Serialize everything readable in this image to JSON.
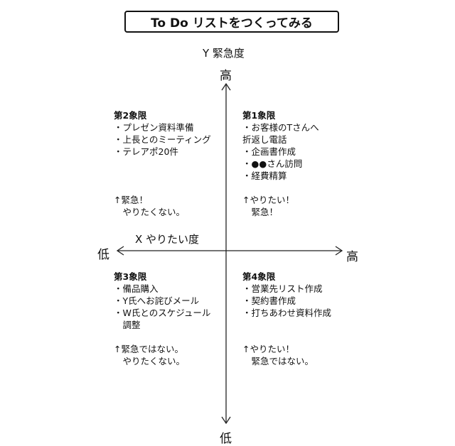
{
  "title": "To Do リストをつくってみる",
  "axis": {
    "y_name": "Y 緊急度",
    "y_top": "高",
    "y_bottom": "低",
    "x_name": "X やりたい度",
    "x_left": "低",
    "x_right": "高"
  },
  "quadrants": {
    "q2": {
      "title": "第2象限",
      "items": [
        "・プレゼン資料準備",
        "・上長とのミーティング",
        "・テレアポ20件"
      ],
      "note": [
        "↑緊急！",
        "　やりたくない。"
      ]
    },
    "q1": {
      "title": "第1象限",
      "items": [
        "・お客様のTさんへ",
        "折返し電話",
        "・企画書作成",
        "・●●さん訪問",
        "・経費精算"
      ],
      "note": [
        "↑やりたい！",
        "　緊急！"
      ]
    },
    "q3": {
      "title": "第3象限",
      "items": [
        "・備品購入",
        "・Y氏へお詫びメール",
        "・W氏とのスケジュール",
        "　調整"
      ],
      "note": [
        "↑緊急ではない。",
        "　やりたくない。"
      ]
    },
    "q4": {
      "title": "第4象限",
      "items": [
        "・営業先リスト作成",
        "・契約書作成",
        "・打ちあわせ資料作成"
      ],
      "note": [
        "↑やりたい！",
        "　緊急ではない。"
      ]
    }
  }
}
